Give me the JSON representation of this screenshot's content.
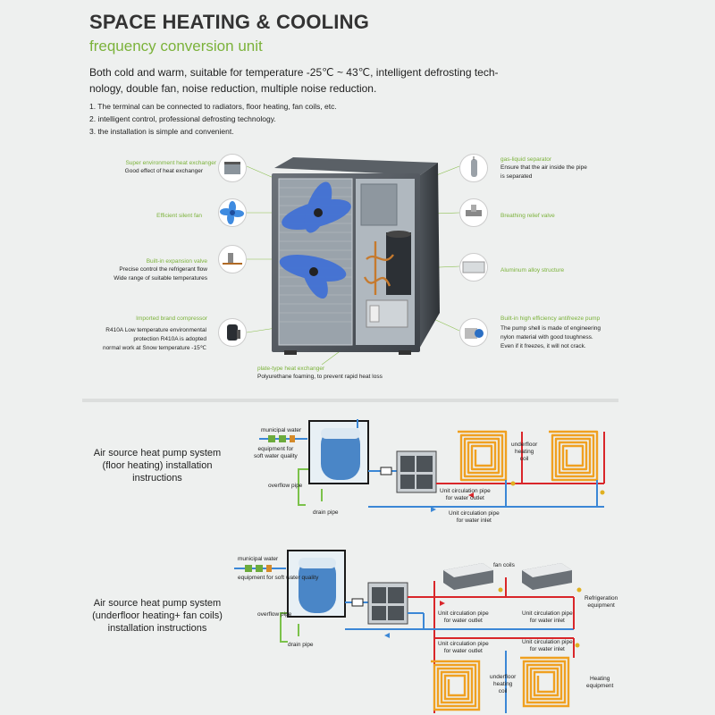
{
  "header": {
    "title": "SPACE HEATING & COOLING",
    "subtitle": "frequency conversion unit",
    "intro": "Both cold and warm, suitable for temperature -25℃ ~ 43℃, intelligent defrosting tech-nology, double fan, noise reduction, multiple noise reduction.",
    "features": [
      "1. The terminal can be connected to radiators, floor heating, fan coils, etc.",
      "2. intelligent control, professional defrosting technology.",
      "3. the installation is simple and convenient."
    ]
  },
  "callouts": {
    "heat_exchanger_title": "Super environment heat exchanger",
    "heat_exchanger_desc": "Good effect of heat exchanger",
    "fan_title": "Efficient silent fan",
    "valve_title": "Built-in expansion valve",
    "valve_desc_1": "Precise control the refrigerant flow",
    "valve_desc_2": "Wide range of suitable temperatures",
    "compressor_title": "Imported brand compressor",
    "compressor_desc_1": "R410A Low temperature environmental",
    "compressor_desc_2": "protection R410A is adopted",
    "compressor_desc_3": "normal work at Snow temperature -15℃",
    "plate_title": "plate-type heat exchanger",
    "plate_desc": "Polyurethane foaming, to prevent rapid heat loss",
    "separator_title": "gas-liquid separator",
    "separator_desc_1": "Ensure that the air inside the pipe",
    "separator_desc_2": "is separated",
    "relief_title": "Breathing relief valve",
    "aluminum_title": "Aluminum alloy structure",
    "pump_title": "Built-in high efficiency antifreeze pump",
    "pump_desc_1": "The pump shell is made of engineering",
    "pump_desc_2": "nylon material with good toughness.",
    "pump_desc_3": "Even if it freezes, it will not crack."
  },
  "system1": {
    "title_1": "Air source heat pump system",
    "title_2": "(floor heating) installation",
    "title_3": "instructions",
    "municipal_water": "municipal water",
    "equipment_1": "equipment for",
    "equipment_2": "soft water quality",
    "overflow_pipe": "overflow pipe",
    "drain_pipe": "drain pipe",
    "underfloor_1": "underfloor",
    "underfloor_2": "heating",
    "underfloor_3": "coil",
    "outlet_1": "Unit circulation pipe",
    "outlet_2": "for water outlet",
    "inlet_1": "Unit circulation pipe",
    "inlet_2": "for water inlet"
  },
  "system2": {
    "title_1": "Air source heat pump system",
    "title_2": "(underfloor heating+ fan coils)",
    "title_3": "installation instructions",
    "municipal_water": "municipal water",
    "equipment": "equipment for soft water quality",
    "overflow_pipe": "overflow pipe",
    "drain_pipe": "drain pipe",
    "fan_coils": "fan coils",
    "refrigeration_1": "Refrigeration",
    "refrigeration_2": "equipment",
    "outlet_1": "Unit circulation pipe",
    "outlet_2": "for water outlet",
    "inlet_1": "Unit circulation pipe",
    "inlet_2": "for water inlet",
    "outlet2_1": "Unit circulation pipe",
    "outlet2_2": "for water outlet",
    "inlet2_1": "Unit circulation pipe",
    "inlet2_2": "for water inlet",
    "underfloor_1": "underfloor",
    "underfloor_2": "heating",
    "underfloor_3": "coil",
    "heating_1": "Heating",
    "heating_2": "equipment"
  },
  "colors": {
    "accent_green": "#7bb23a",
    "hot_pipe": "#d9262a",
    "cold_pipe": "#3b87d6",
    "coil_orange": "#f0a020"
  }
}
